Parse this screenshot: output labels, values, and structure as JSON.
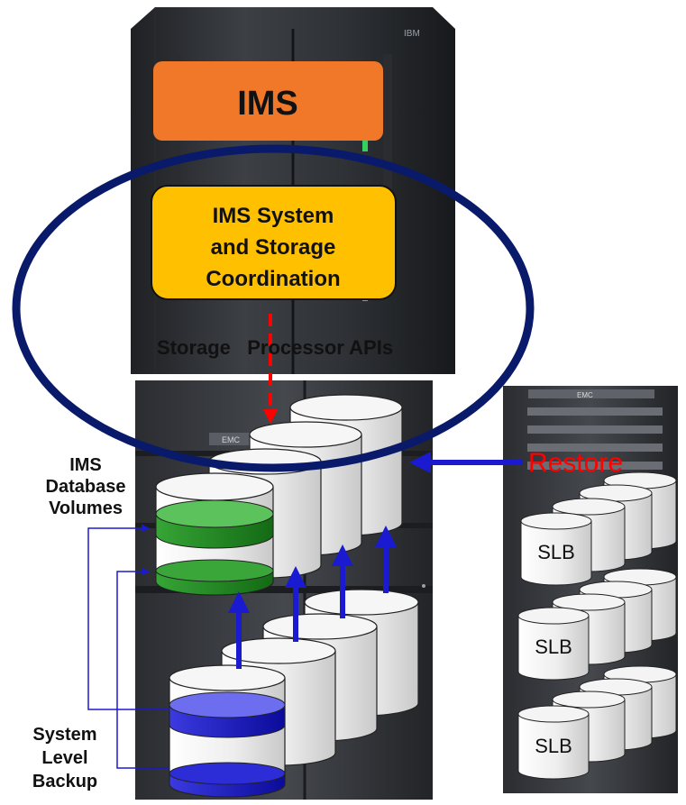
{
  "diagram": {
    "ims_label": "IMS",
    "coordination_label": [
      "IMS System",
      "and Storage",
      "Coordination"
    ],
    "apis_label": "Storage   Processor APIs",
    "database_volumes_label": [
      "IMS",
      "Database",
      "Volumes"
    ],
    "system_level_backup_label": [
      "System",
      "Level",
      "Backup"
    ],
    "restore_label": "Restore",
    "slb_labels": [
      "SLB",
      "SLB",
      "SLB"
    ],
    "ibm_badge": "IBM",
    "emc_badge_left": "EMC",
    "emc_badge_right": "EMC"
  },
  "colors": {
    "ims_box": "#f07828",
    "coordination_box": "#ffc000",
    "ellipse": "#0a1a6a",
    "dashed_line": "#ff0000",
    "arrow": "#1a1ad0",
    "restore_text": "#ff0000",
    "green_band": "#1e8a1e",
    "blue_band": "#1a1ac8",
    "cylinder": "#f2f2f2"
  }
}
